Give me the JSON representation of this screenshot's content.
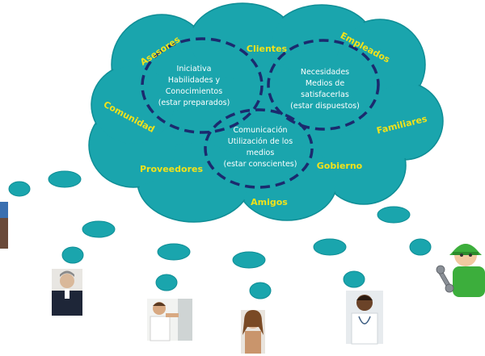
{
  "colors": {
    "cloud": "#1aa5ad",
    "cloud_edge": "#0f8e96",
    "bubble": "#1aa5ad",
    "dash": "#1b2a6e",
    "label_yellow": "#f2e21a",
    "label_white": "#ffffff"
  },
  "stakeholders": {
    "asesores": "Asesores",
    "clientes": "Clientes",
    "empleados": "Empleados",
    "comunidad": "Comunidad",
    "familiares": "Familiares",
    "proveedores": "Proveedores",
    "gobierno": "Gobierno",
    "amigos": "Amigos"
  },
  "circles": {
    "left": {
      "line1": "Iniciativa",
      "line2": "Habilidades y",
      "line3": "Conocimientos",
      "line4": "(estar preparados)"
    },
    "right": {
      "line1": "Necesidades",
      "line2": "Medios de",
      "line3": "satisfacerlas",
      "line4": "(estar dispuestos)"
    },
    "bottom": {
      "line1": "Comunicación",
      "line2": "Utilización de los",
      "line3": "medios",
      "line4": "(estar conscientes)"
    }
  },
  "icons": {
    "people": [
      "person-photo-icon",
      "businessman-photo-icon",
      "worker-photo-icon",
      "woman-photo-icon",
      "doctor-photo-icon",
      "mechanic-icon"
    ]
  }
}
